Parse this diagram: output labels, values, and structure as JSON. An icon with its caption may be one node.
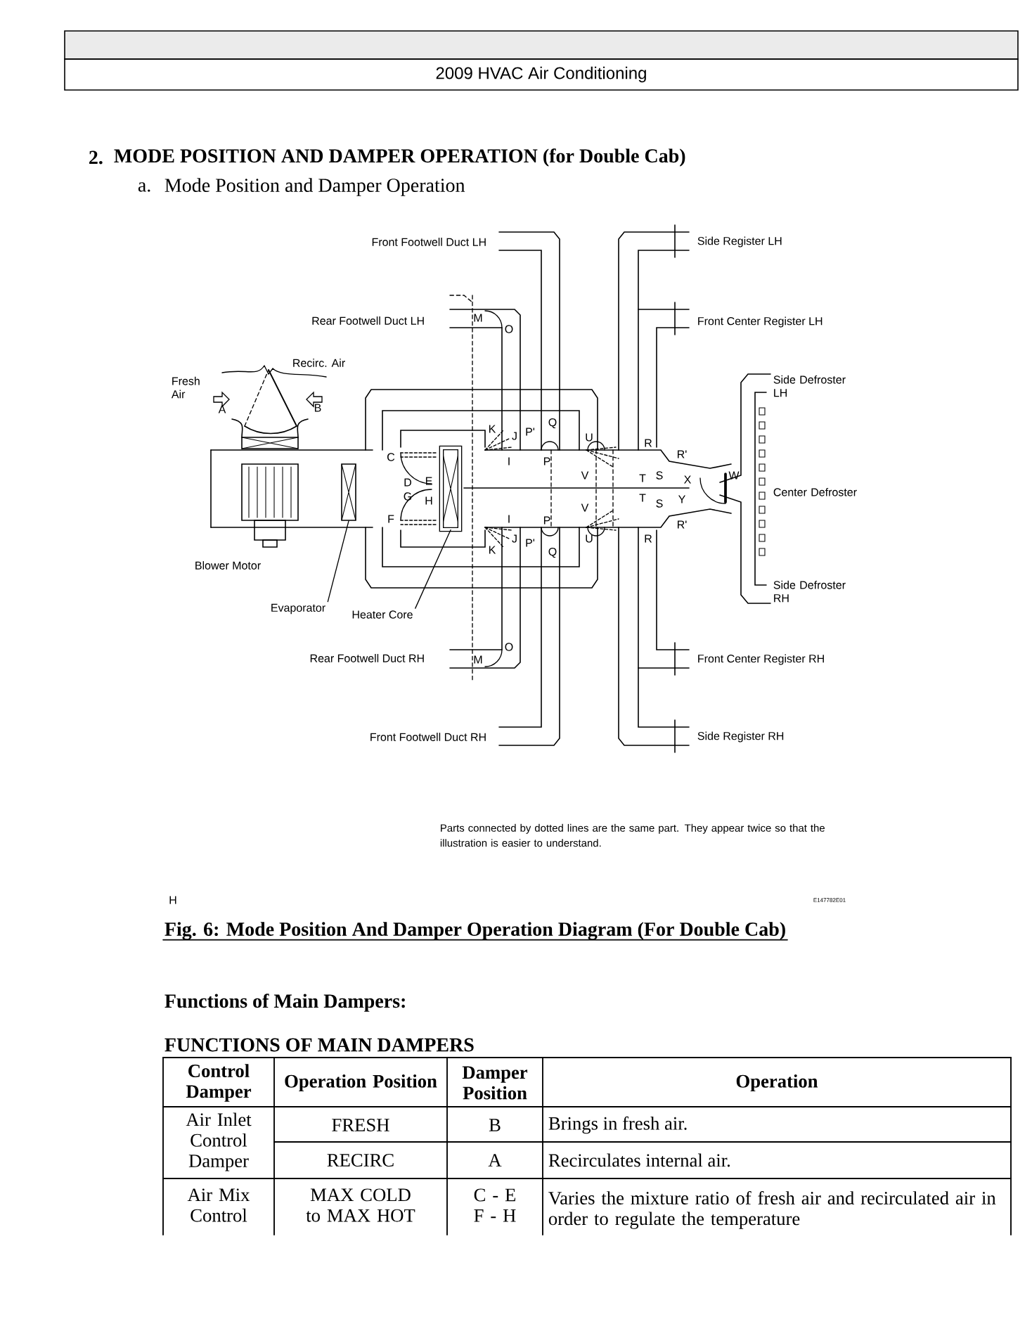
{
  "diagram": {
    "caption": "Fig. 6: Mode Position And Damper Operation Diagram (For Double Cab)",
    "nodes": [
      {
        "text": [],
        "shape": "box"
      },
      {
        "text": [
          "2009 HVAC Air Conditioning"
        ]
      },
      {
        "text": [
          "Evaporator"
        ]
      },
      {
        "text": [],
        "shape": "box"
      },
      {
        "text": [
          "Heater Core"
        ]
      },
      {
        "text": [],
        "shape": "box"
      }
    ],
    "edges": [
      {
        "from": 2,
        "to": 3,
        "arrow": "none"
      },
      {
        "from": 4,
        "to": 5,
        "arrow": "none"
      }
    ],
    "labels": [
      "2.",
      "MODE POSITION AND DAMPER OPERATION (for Double Cab)",
      "a.",
      "Mode Position and Damper Operation",
      "Front Footwell Duct LH",
      "Side Register LH",
      "Rear Footwell Duct LH",
      "M",
      "O",
      "Front Center Register LH",
      "Recirc. Air",
      "Fresh Air",
      "Side Defroster LH",
      "A",
      "B",
      "K",
      "J",
      "P'",
      "Q",
      "U",
      "R",
      "C",
      "I",
      "P",
      "R'",
      "V",
      "T",
      "S",
      "X",
      "W",
      "D",
      "E",
      "Center Defroster",
      "G",
      "H",
      "T",
      "S",
      "Y",
      "V",
      "F",
      "I",
      "P",
      "R'",
      "J",
      "U",
      "P'",
      "R",
      "K",
      "Q",
      "Blower Motor",
      "Side Defroster RH",
      "O",
      "Rear Footwell Duct RH",
      "M",
      "Front Center Register RH",
      "Front Footwell Duct RH",
      "Side Register RH",
      "Parts connected by dotted lines are the same part. They appear twice so that the illustration is easier to understand.",
      "H",
      "E147782E01",
      "Functions of Main Dampers:",
      "FUNCTIONS OF MAIN DAMPERS",
      "Control Damper",
      "Operation Position",
      "Damper Position",
      "Operation",
      "Air Inlet Control Damper",
      "FRESH",
      "B",
      "Brings in fresh air.",
      "RECIRC",
      "A",
      "Recirculates internal air.",
      "Air Mix Control",
      "MAX COLD to MAX HOT",
      "C - E F - H",
      "Varies the mixture ratio of fresh air and recirculated air in order to regulate the temperature"
    ]
  }
}
